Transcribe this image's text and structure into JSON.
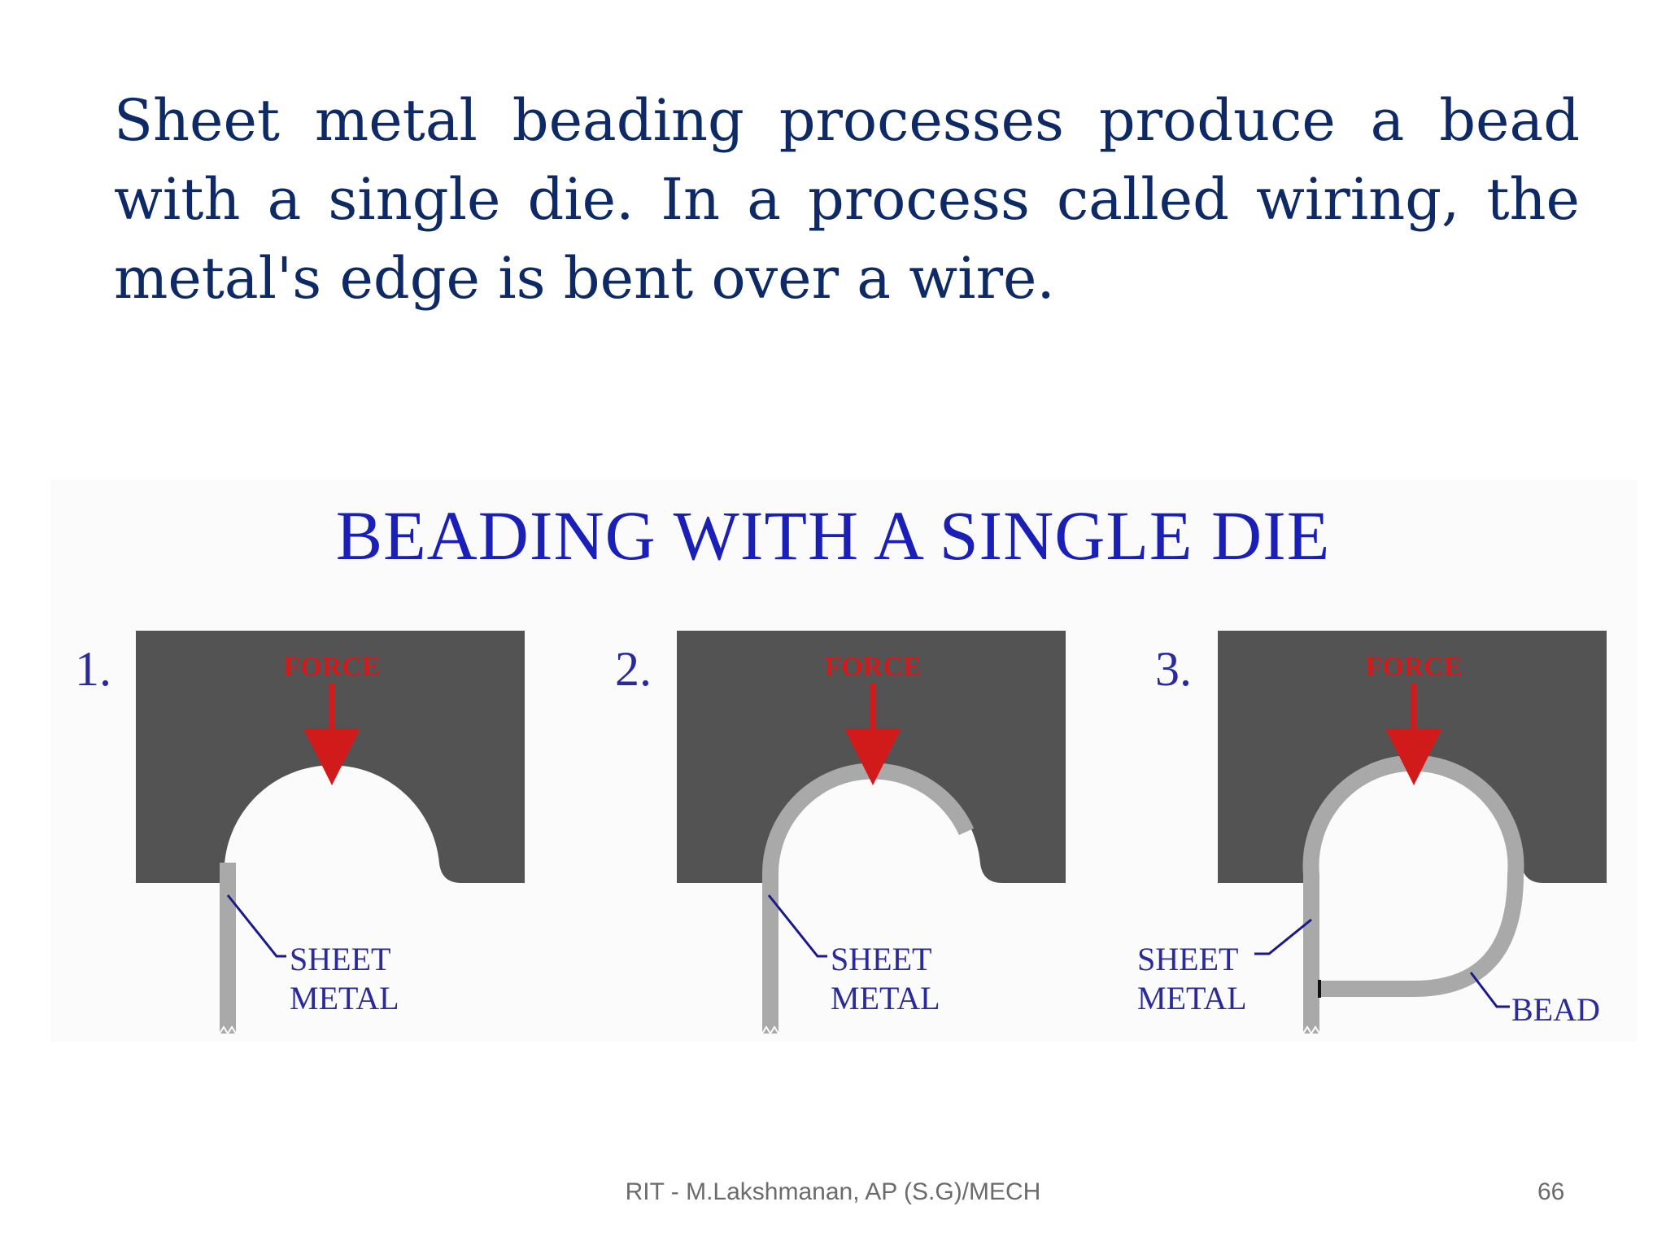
{
  "slide": {
    "body_text": "Sheet metal beading processes produce a bead with a single die. In a process called wiring, the metal's edge is bent over a wire."
  },
  "figure": {
    "title": "BEADING WITH A SINGLE DIE",
    "colors": {
      "die": "#535354",
      "sheet_metal": "#a9a9a9",
      "force_arrow": "#d11a1a",
      "labels": "#2a2a9a",
      "title": "#1a1fb8"
    },
    "steps": [
      {
        "number": "1.",
        "force_label": "FORCE",
        "sheet_label_line1": "SHEET",
        "sheet_label_line2": "METAL"
      },
      {
        "number": "2.",
        "force_label": "FORCE",
        "sheet_label_line1": "SHEET",
        "sheet_label_line2": "METAL"
      },
      {
        "number": "3.",
        "force_label": "FORCE",
        "sheet_label_line1": "SHEET",
        "sheet_label_line2": "METAL",
        "bead_label": "BEAD"
      }
    ]
  },
  "footer": {
    "credit": "RIT - M.Lakshmanan, AP (S.G)/MECH",
    "page_number": "66"
  }
}
